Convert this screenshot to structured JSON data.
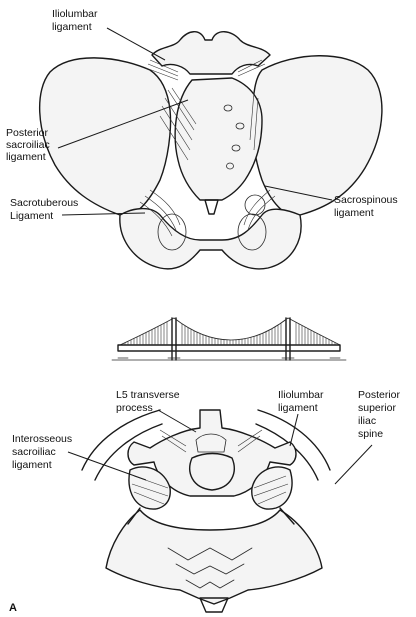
{
  "top_view": {
    "iliolumbar": [
      "Iliolumbar",
      "ligament"
    ],
    "posterior_sacroiliac": [
      "Posterior",
      "sacroiliac",
      "ligament"
    ],
    "sacrotuberous": [
      "Sacrotuberous",
      "Ligament"
    ],
    "sacrospinous": [
      "Sacrospinous",
      "ligament"
    ]
  },
  "bottom_view": {
    "l5_transverse": [
      "L5 transverse",
      "process"
    ],
    "iliolumbar": [
      "Iliolumbar",
      "ligament"
    ],
    "posterior_superior_iliac_spine": [
      "Posterior",
      "superior",
      "iliac",
      "spine"
    ],
    "interosseous_sacroiliac": [
      "Interosseous",
      "sacroiliac",
      "ligament"
    ]
  },
  "panel_letter": "A"
}
